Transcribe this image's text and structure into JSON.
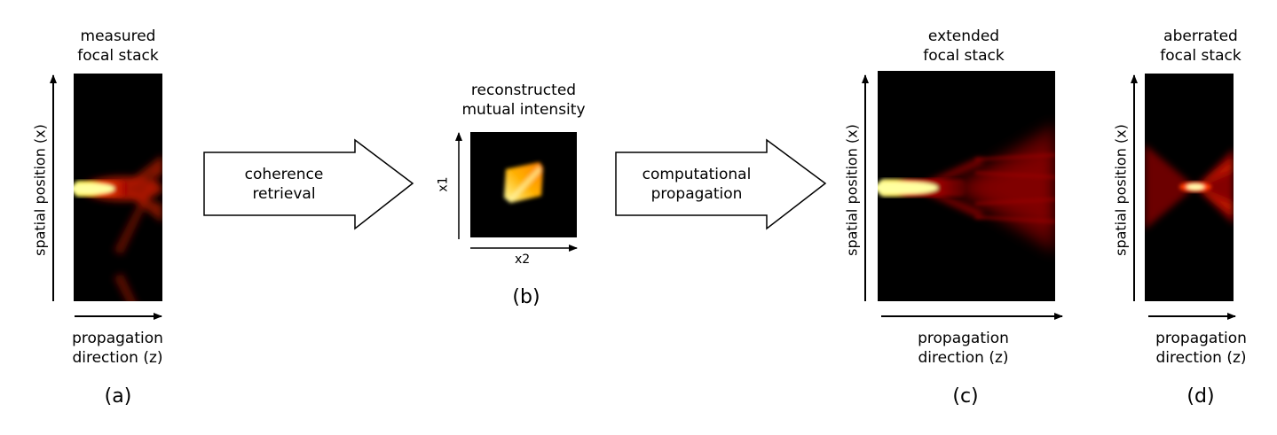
{
  "panel_a": {
    "title": [
      "measured",
      "focal stack"
    ],
    "ylabel": "spatial position (x)",
    "xlabel": [
      "propagation",
      "direction (z)"
    ],
    "caption": "(a)"
  },
  "arrow_1": {
    "label": [
      "coherence",
      "retrieval"
    ]
  },
  "panel_b": {
    "title": [
      "reconstructed",
      "mutual intensity"
    ],
    "ylabel": "x1",
    "xlabel": "x2",
    "caption": "(b)"
  },
  "arrow_2": {
    "label": [
      "computational",
      "propagation"
    ]
  },
  "panel_c": {
    "title": [
      "extended",
      "focal stack"
    ],
    "ylabel": "spatial position (x)",
    "xlabel": [
      "propagation",
      "direction (z)"
    ],
    "caption": "(c)"
  },
  "panel_d": {
    "title": [
      "aberrated",
      "focal stack"
    ],
    "ylabel": "spatial position (x)",
    "xlabel": [
      "propagation",
      "direction (z)"
    ],
    "caption": "(d)"
  },
  "colors": {
    "background": "#000000",
    "hot_low": "#8b0000",
    "hot_mid": "#ff2a00",
    "hot_high": "#ffff80"
  }
}
